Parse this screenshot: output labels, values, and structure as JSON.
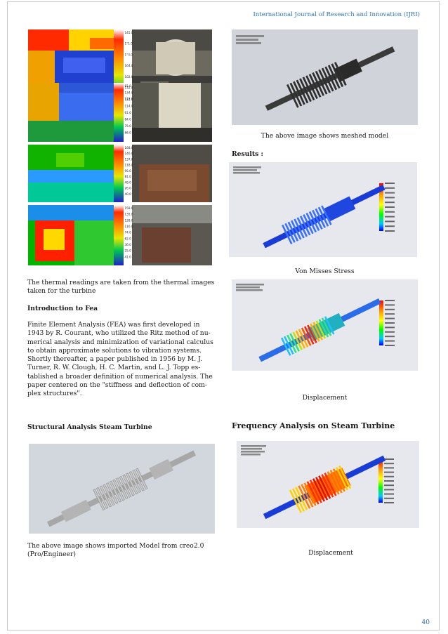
{
  "header": {
    "journal": "International Journal of Research and Innovation (IJRI)"
  },
  "page_number": "40",
  "left": {
    "thermal_caption": "The thermal readings are taken from the thermal images taken for the turbine",
    "intro_heading": "Introduction to Fea",
    "intro_lines": [
      "Finite Element Analysis (FEA) was first developed in",
      "1943 by R. Courant, who utilized the Ritz method of nu-",
      "merical analysis and minimization of variational calculus",
      "to obtain approximate solutions to vibration systems.",
      "Shortly thereafter, a paper published in 1956 by M. J.",
      "Turner, R. W. Clough, H. C. Martin, and L. J. Topp es-",
      "tablished a broader definition of numerical analysis. The",
      "paper centered on the \"stiffness and deflection of com-",
      "plex structures\"."
    ],
    "structural_heading": "Structural Analysis Steam Turbine",
    "imported_caption_lines": [
      "The above image shows imported Model from creo2.0",
      "(Pro/Engineer)"
    ]
  },
  "right": {
    "meshed_caption": "The above image shows meshed model",
    "results_label": "Results :",
    "stress_caption": "Von Misses Stress",
    "displacement_caption": "Displacement",
    "frequency_heading": "Frequency Analysis on Steam Turbine",
    "frequency_caption": "Displacement"
  },
  "thermal_scale_labels": [
    [
      "145.0",
      "1°1.0",
      "1°3.0",
      "164.0",
      "102.0",
      "132.0",
      "112.0"
    ],
    [
      "81.0",
      "134.0",
      "121.0",
      "114.0",
      "61.0",
      "84.0",
      "75.0",
      "66.0"
    ],
    [
      "168.0",
      "146.0",
      "137.0",
      "118.0",
      "95.0",
      "81.0",
      "49.0",
      "26.0",
      "40.0"
    ],
    [
      "158.0",
      "135.0",
      "128.0",
      "116.0",
      "74.0",
      "62.0",
      "36.0",
      "25.0",
      "41.0"
    ]
  ]
}
